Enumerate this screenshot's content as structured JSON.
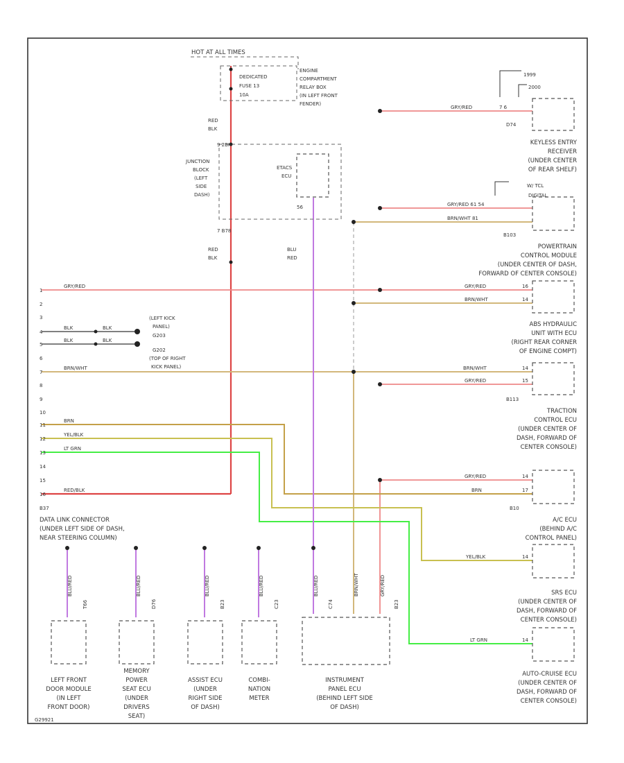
{
  "header": {
    "hot_at_all_times": "HOT AT ALL TIMES",
    "fuse": [
      "DEDICATED",
      "FUSE 13",
      "10A"
    ],
    "relay_box": [
      "ENGINE",
      "COMPARTMENT",
      "RELAY BOX",
      "(IN LEFT FRONT",
      "FENDER)"
    ],
    "red_blk_top": [
      "RED",
      "BLK"
    ],
    "red_blk_mid": [
      "RED",
      "BLK"
    ],
    "junction_block": [
      "JUNCTION",
      "BLOCK",
      "(LEFT",
      "SIDE",
      "DASH)"
    ],
    "jb_conn_top": "9 2BH",
    "jb_conn_bottom": "7  B78",
    "etacs": [
      "ETACS",
      "ECU"
    ],
    "etacs_pin": "56",
    "blu_red": [
      "BLU",
      "RED"
    ]
  },
  "grounds": {
    "lines": [
      "(LEFT KICK",
      "PANEL)",
      "G203",
      "G202",
      "(TOP OF RIGHT",
      "KICK PANEL)"
    ]
  },
  "dlc": {
    "label": [
      "DATA LINK CONNECTOR",
      "(UNDER LEFT SIDE OF DASH,",
      "NEAR STEERING COLUMN)"
    ],
    "connector": "B37",
    "pins": [
      "1",
      "2",
      "3",
      "4",
      "5",
      "6",
      "7",
      "8",
      "9",
      "10",
      "11",
      "12",
      "13",
      "14",
      "15",
      "16"
    ],
    "wires": {
      "p1": "GRY/RED",
      "p4": "BLK",
      "p5": "BLK",
      "p7": "BRN/WHT",
      "p11": "BRN",
      "p12": "YEL/BLK",
      "p13": "LT GRN",
      "p16": "RED/BLK"
    },
    "gnd_wire": [
      "BLK",
      "BLK"
    ]
  },
  "right_modules": {
    "year_1999": "1999",
    "year_2000": "2000",
    "keyless_wire": "GRY/RED",
    "keyless_pins": "7    6",
    "keyless_conn": "D74",
    "keyless": [
      "KEYLESS ENTRY",
      "RECEIVER",
      "(UNDER CENTER",
      "OF REAR SHELF)"
    ],
    "pcm_tcl": [
      "W/ TCL",
      "DIGITAL"
    ],
    "pcm_wires": [
      "GRY/RED  61  54",
      "BRN/WHT       81"
    ],
    "pcm_conn": "B103",
    "pcm": [
      "POWERTRAIN",
      "CONTROL MODULE",
      "(UNDER CENTER OF DASH,",
      "FORWARD OF CENTER CONSOLE)"
    ],
    "abs_wires": [
      "GRY/RED",
      "BRN/WHT"
    ],
    "abs_pins": [
      "16",
      "14"
    ],
    "abs": [
      "ABS HYDRAULIC",
      "UNIT WITH ECU",
      "(RIGHT REAR CORNER",
      "OF ENGINE COMPT)"
    ],
    "tc_wires": [
      "BRN/WHT",
      "GRY/RED"
    ],
    "tc_pins": [
      "14",
      "15"
    ],
    "tc_conn": "B113",
    "tc": [
      "TRACTION",
      "CONTROL ECU",
      "(UNDER CENTER OF",
      "DASH, FORWARD OF",
      "CENTER CONSOLE)"
    ],
    "ac_wires": [
      "GRY/RED",
      "BRN"
    ],
    "ac_pins": [
      "14",
      "17"
    ],
    "ac_conn": "B10",
    "ac": [
      "A/C ECU",
      "(BEHIND A/C",
      "CONTROL PANEL)"
    ],
    "srs_wire": "YEL/BLK",
    "srs_pin": "14",
    "srs": [
      "SRS ECU",
      "(UNDER CENTER OF",
      "DASH, FORWARD OF",
      "CENTER CONSOLE)"
    ],
    "cruise_wire": "LT GRN",
    "cruise_pin": "14",
    "cruise": [
      "AUTO-CRUISE ECU",
      "(UNDER CENTER OF",
      "DASH, FORWARD OF",
      "CENTER CONSOLE)"
    ]
  },
  "bottom_modules": {
    "left_door_wire": "BLU/RED",
    "left_door_conn": "T66",
    "left_door": [
      "LEFT FRONT",
      "DOOR MODULE",
      "(IN LEFT",
      "FRONT DOOR)"
    ],
    "seat_wire": "BLU/RED",
    "seat_conn": "D76",
    "seat": [
      "MEMORY",
      "POWER",
      "SEAT ECU",
      "(UNDER",
      "DRIVERS",
      "SEAT)"
    ],
    "assist_wire": "BLU/RED",
    "assist_conn": "B23",
    "assist": [
      "ASSIST ECU",
      "(UNDER",
      "RIGHT SIDE",
      "OF DASH)"
    ],
    "combi_wire": "BLU/RED",
    "combi_conn": "C23",
    "combi": [
      "COMBI-",
      "NATION",
      "METER"
    ],
    "ipanel_wires": [
      "BLU/RED",
      "BRN/WHT",
      "GRY/RED"
    ],
    "ipanel_conn_a": "C74",
    "ipanel_conn_b": "B23",
    "ipanel": [
      "INSTRUMENT",
      "PANEL ECU",
      "(BEHIND LEFT SIDE",
      "OF DASH)"
    ],
    "page_code": "G29921"
  },
  "colors": {
    "red_wire": "#ee8888",
    "red_power": "#dd4444",
    "tan_wire": "#d2b77a",
    "brn_wire": "#c4a048",
    "yel_wire": "#c8c050",
    "grn_wire": "#44ee44",
    "purple_wire": "#c079e0"
  }
}
